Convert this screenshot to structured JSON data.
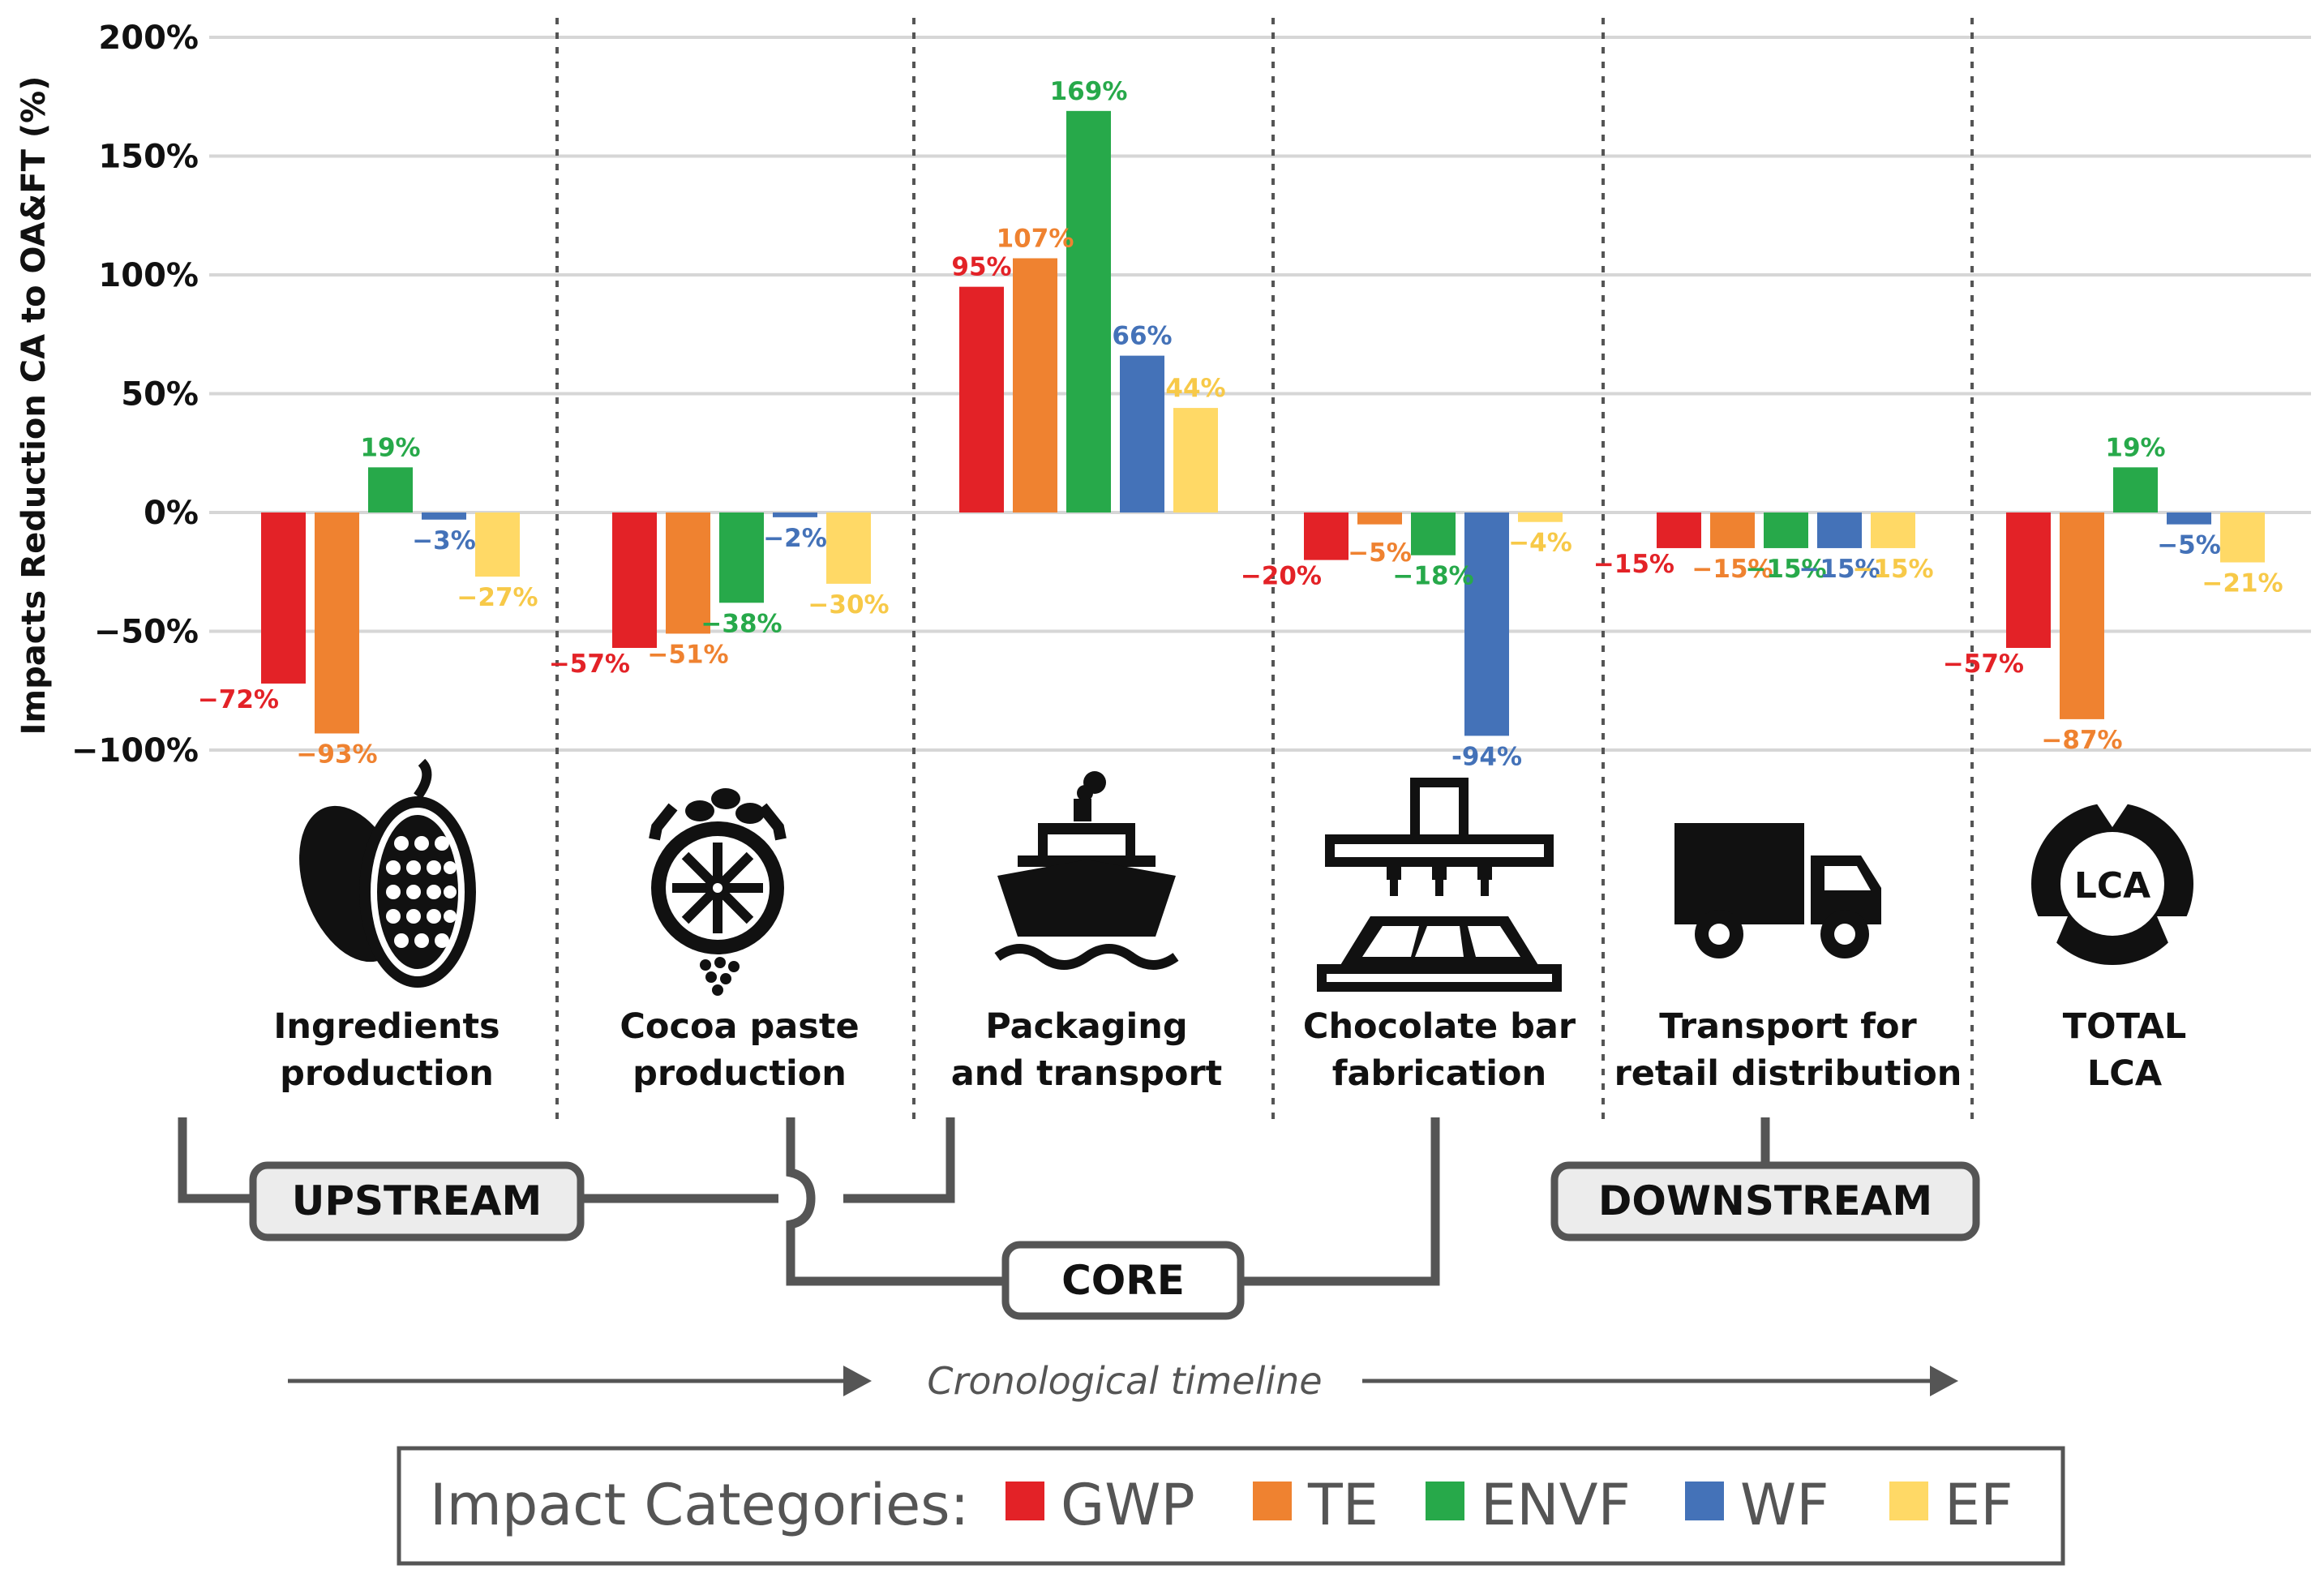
{
  "chart_data": {
    "type": "bar",
    "ylabel": "Impacts Reduction CA to OA&FT (%)",
    "ylim": [
      -100,
      200
    ],
    "yticks": [
      "200%",
      "150%",
      "100%",
      "50%",
      "0%",
      "−50%",
      "−100%"
    ],
    "grid": true,
    "categories": [
      "Ingredients production",
      "Cocoa paste production",
      "Packaging and transport",
      "Chocolate bar fabrication",
      "Transport for retail distribution",
      "TOTAL LCA"
    ],
    "category_lines": [
      [
        "Ingredients",
        "production"
      ],
      [
        "Cocoa paste",
        "production"
      ],
      [
        "Packaging",
        "and transport"
      ],
      [
        "Chocolate bar",
        "fabrication"
      ],
      [
        "Transport for",
        "retail distribution"
      ],
      [
        "TOTAL",
        "LCA"
      ]
    ],
    "category_icons": [
      "cocoa-pod-icon",
      "cocoa-grinder-icon",
      "cargo-ship-icon",
      "chocolate-machine-icon",
      "delivery-truck-icon",
      "lca-recycle-icon"
    ],
    "lca_icon_text": "LCA",
    "series": [
      {
        "name": "GWP",
        "color": "#e32227",
        "values": [
          -72,
          -57,
          95,
          -20,
          -15,
          -57
        ],
        "labels": [
          "−72%",
          "−57%",
          "95%",
          "−20%",
          "−15%",
          "−57%"
        ]
      },
      {
        "name": "TE",
        "color": "#ef8230",
        "values": [
          -93,
          -51,
          107,
          -5,
          -15,
          -87
        ],
        "labels": [
          "−93%",
          "−51%",
          "107%",
          "−5%",
          "−15%",
          "−87%"
        ]
      },
      {
        "name": "ENVF",
        "color": "#27a94a",
        "values": [
          19,
          -38,
          169,
          -18,
          -15,
          19
        ],
        "labels": [
          "19%",
          "−38%",
          "169%",
          "−18%",
          "−15%",
          "19%"
        ]
      },
      {
        "name": "WF",
        "color": "#4472b8",
        "values": [
          -3,
          -2,
          66,
          -94,
          -15,
          -5
        ],
        "labels": [
          "−3%",
          "−2%",
          "66%",
          "-94%",
          "−15%",
          "−5%"
        ]
      },
      {
        "name": "EF",
        "color": "#ffd966",
        "values": [
          -27,
          -30,
          44,
          -4,
          -15,
          -21
        ],
        "labels": [
          "−27%",
          "−30%",
          "44%",
          "−4%",
          "−15%",
          "−21%"
        ]
      }
    ],
    "groups": [
      "UPSTREAM",
      "CORE",
      "DOWNSTREAM"
    ],
    "timeline_label": "Cronological timeline",
    "legend_title": "Impact Categories:",
    "legend_placement": "bottom"
  }
}
